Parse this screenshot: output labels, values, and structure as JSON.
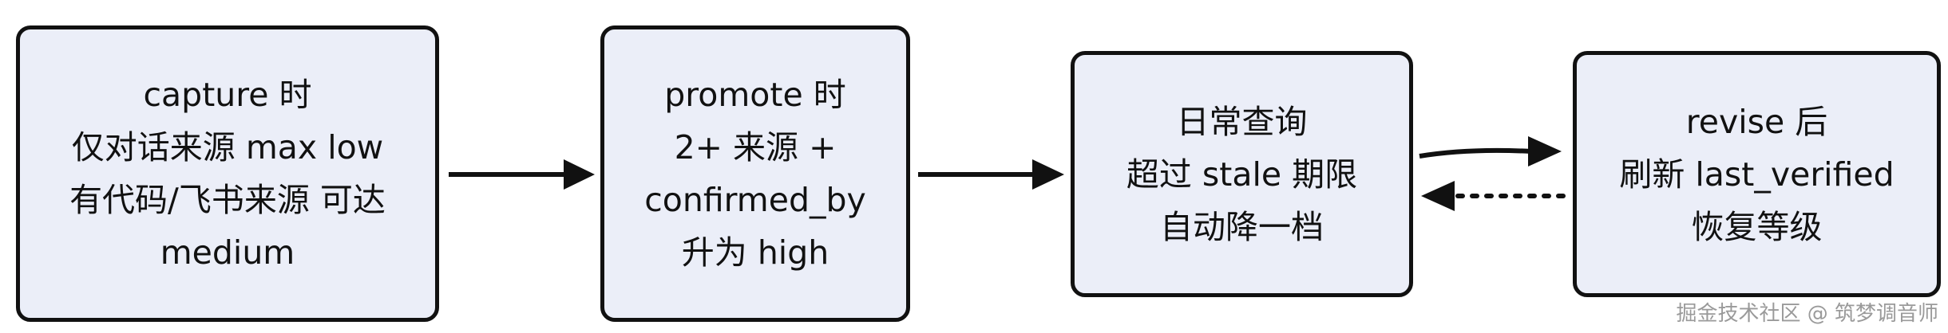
{
  "nodes": [
    {
      "lines": [
        "capture 时",
        "仅对话来源 max low",
        "有代码/飞书来源 可达",
        "medium"
      ]
    },
    {
      "lines": [
        "promote 时",
        "2+ 来源 +",
        "confirmed_by",
        "升为 high"
      ]
    },
    {
      "lines": [
        "日常查询",
        "超过 stale 期限",
        "自动降一档"
      ]
    },
    {
      "lines": [
        "revise 后",
        "刷新 last_verified",
        "恢复等级"
      ]
    }
  ],
  "watermark": "掘金技术社区 @ 筑梦调音师",
  "colors": {
    "box_fill": "#ebeef8",
    "box_border": "#111111",
    "arrow": "#111111",
    "watermark": "#9a9a9a"
  }
}
